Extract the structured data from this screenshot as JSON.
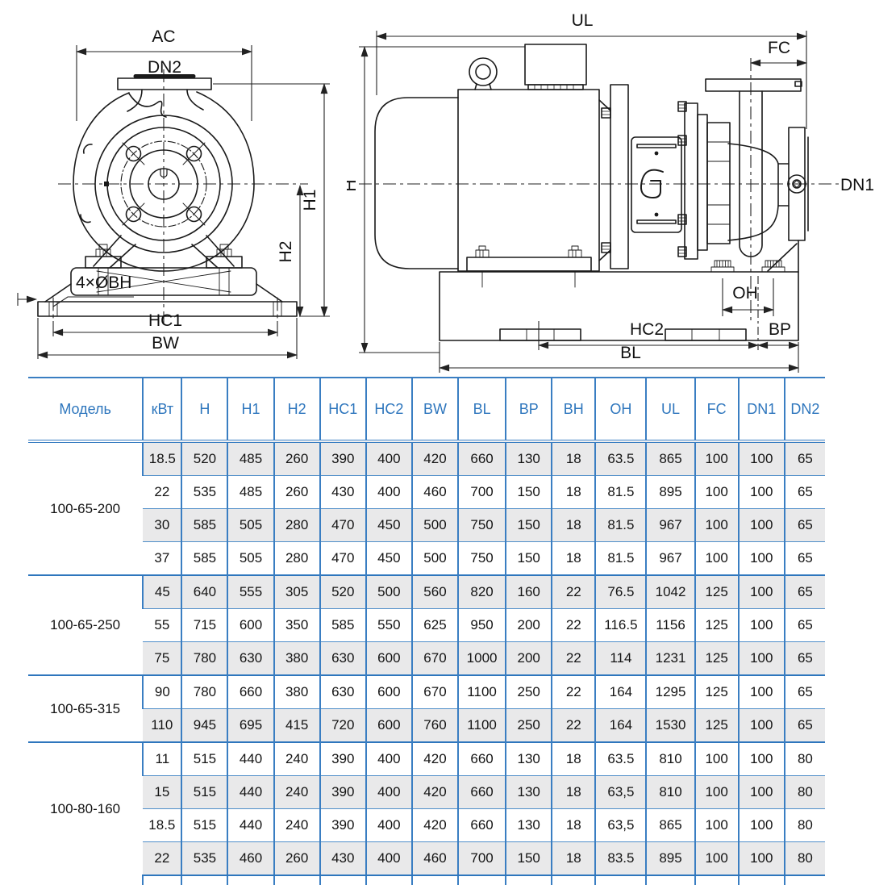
{
  "colors": {
    "table_border": "#3a7ec2",
    "header_text": "#2e76bd",
    "row_shade": "#e9e9ea",
    "drawing_line": "#1a1a1a"
  },
  "drawing": {
    "front_view": {
      "labels": {
        "ac": "AC",
        "dn2": "DN2",
        "h1": "H1",
        "h2": "H2",
        "bolt_holes": "4×ØBH",
        "hc1": "HC1",
        "bw": "BW"
      }
    },
    "side_view": {
      "labels": {
        "ul": "UL",
        "fc": "FC",
        "h": "H",
        "dn1": "DN1",
        "oh": "OH",
        "hc2": "HC2",
        "bp": "BP",
        "bl": "BL"
      }
    }
  },
  "table": {
    "headers": [
      "Модель",
      "кВт",
      "H",
      "H1",
      "H2",
      "HC1",
      "HC2",
      "BW",
      "BL",
      "BP",
      "BH",
      "OH",
      "UL",
      "FC",
      "DN1",
      "DN2"
    ],
    "groups": [
      {
        "model": "100-65-200",
        "rows": [
          [
            "18.5",
            "520",
            "485",
            "260",
            "390",
            "400",
            "420",
            "660",
            "130",
            "18",
            "63.5",
            "865",
            "100",
            "100",
            "65"
          ],
          [
            "22",
            "535",
            "485",
            "260",
            "430",
            "400",
            "460",
            "700",
            "150",
            "18",
            "81.5",
            "895",
            "100",
            "100",
            "65"
          ],
          [
            "30",
            "585",
            "505",
            "280",
            "470",
            "450",
            "500",
            "750",
            "150",
            "18",
            "81.5",
            "967",
            "100",
            "100",
            "65"
          ],
          [
            "37",
            "585",
            "505",
            "280",
            "470",
            "450",
            "500",
            "750",
            "150",
            "18",
            "81.5",
            "967",
            "100",
            "100",
            "65"
          ]
        ]
      },
      {
        "model": "100-65-250",
        "rows": [
          [
            "45",
            "640",
            "555",
            "305",
            "520",
            "500",
            "560",
            "820",
            "160",
            "22",
            "76.5",
            "1042",
            "125",
            "100",
            "65"
          ],
          [
            "55",
            "715",
            "600",
            "350",
            "585",
            "550",
            "625",
            "950",
            "200",
            "22",
            "116.5",
            "1156",
            "125",
            "100",
            "65"
          ],
          [
            "75",
            "780",
            "630",
            "380",
            "630",
            "600",
            "670",
            "1000",
            "200",
            "22",
            "114",
            "1231",
            "125",
            "100",
            "65"
          ]
        ]
      },
      {
        "model": "100-65-315",
        "rows": [
          [
            "90",
            "780",
            "660",
            "380",
            "630",
            "600",
            "670",
            "1100",
            "250",
            "22",
            "164",
            "1295",
            "125",
            "100",
            "65"
          ],
          [
            "110",
            "945",
            "695",
            "415",
            "720",
            "600",
            "760",
            "1100",
            "250",
            "22",
            "164",
            "1530",
            "125",
            "100",
            "65"
          ]
        ]
      },
      {
        "model": "100-80-160",
        "rows": [
          [
            "11",
            "515",
            "440",
            "240",
            "390",
            "400",
            "420",
            "660",
            "130",
            "18",
            "63.5",
            "810",
            "100",
            "100",
            "80"
          ],
          [
            "15",
            "515",
            "440",
            "240",
            "390",
            "400",
            "420",
            "660",
            "130",
            "18",
            "63,5",
            "810",
            "100",
            "100",
            "80"
          ],
          [
            "18.5",
            "515",
            "440",
            "240",
            "390",
            "400",
            "420",
            "660",
            "130",
            "18",
            "63,5",
            "865",
            "100",
            "100",
            "80"
          ],
          [
            "22",
            "535",
            "460",
            "260",
            "430",
            "400",
            "460",
            "700",
            "150",
            "18",
            "83.5",
            "895",
            "100",
            "100",
            "80"
          ]
        ]
      }
    ]
  }
}
